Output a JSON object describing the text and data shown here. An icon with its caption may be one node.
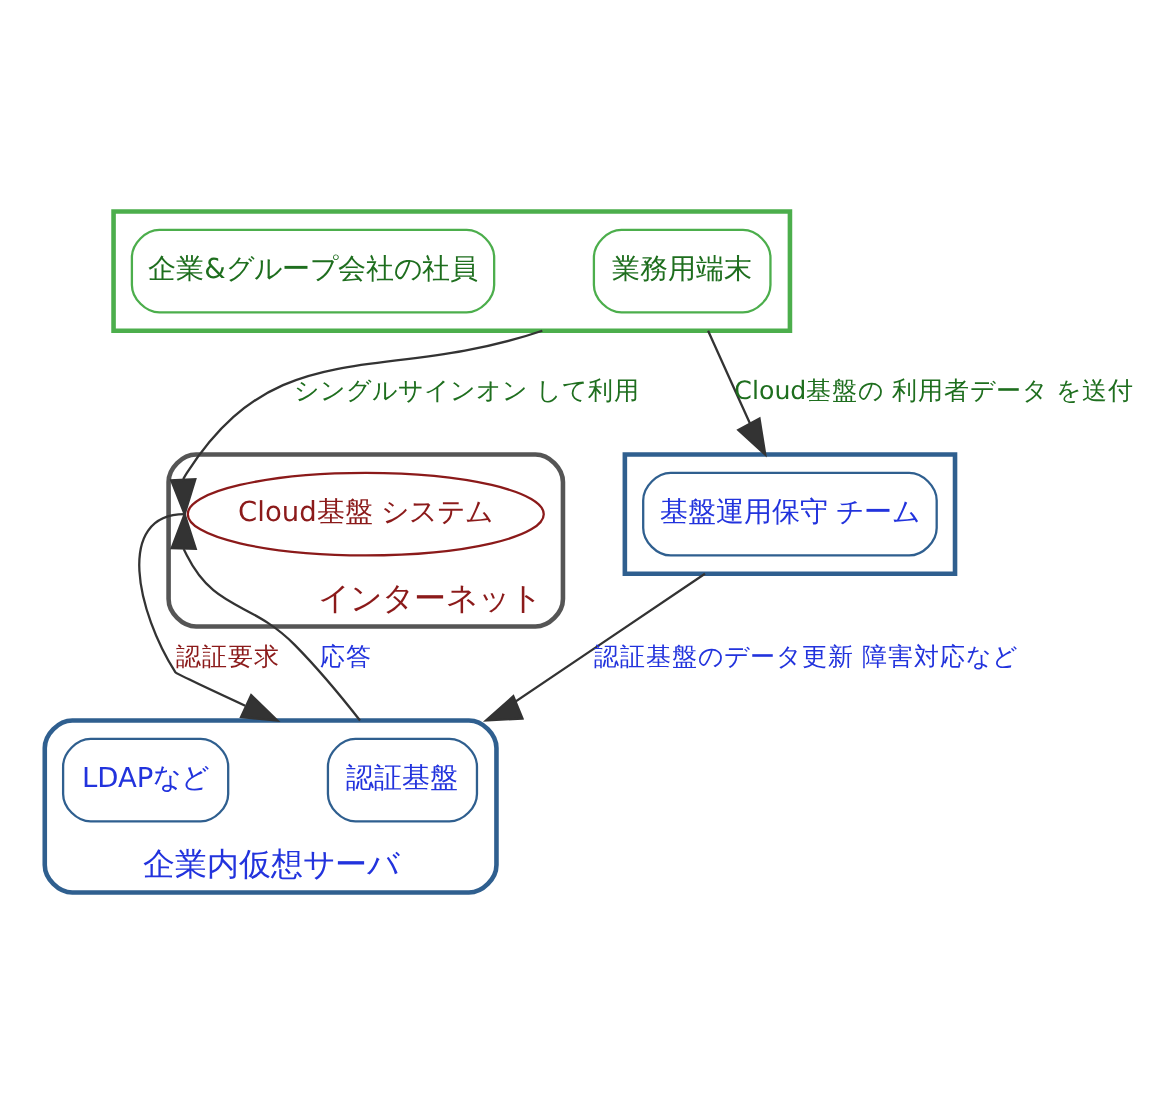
{
  "diagram": {
    "nodes": [
      {
        "text": [],
        "shape": "box"
      },
      {
        "text": [
          "業務用端末"
        ],
        "in": 0
      },
      {
        "text": [
          "企業&グループ会社の社員"
        ],
        "in": 0
      },
      {
        "text": [
          "インターネット"
        ]
      },
      {
        "text": [
          "Cloud基盤 システム"
        ],
        "in": 3
      },
      {
        "text": [],
        "shape": "box"
      },
      {
        "text": [
          "基盤運用保守 チーム"
        ],
        "in": 5
      },
      {
        "text": [
          "企業内仮想サーバ"
        ]
      },
      {
        "text": [
          "認証基盤"
        ],
        "in": 7
      },
      {
        "text": [
          "LDAPなど"
        ],
        "in": 7
      }
    ],
    "edges": [
      {
        "from": 0,
        "to": 4,
        "arrow": "to",
        "label": "シングルサインオン して利用"
      },
      {
        "from": 0,
        "to": 5,
        "arrow": "to",
        "label": "Cloud基盤の 利用者データ を送付"
      },
      {
        "from": 5,
        "to": 7,
        "arrow": "to",
        "label": "認証基盤のデータ更新 障害対応など"
      },
      {
        "from": 4,
        "to": 7,
        "arrow": "to",
        "label": "認証要求"
      },
      {
        "from": 7,
        "to": 4,
        "arrow": "to",
        "label": "応答"
      }
    ]
  }
}
